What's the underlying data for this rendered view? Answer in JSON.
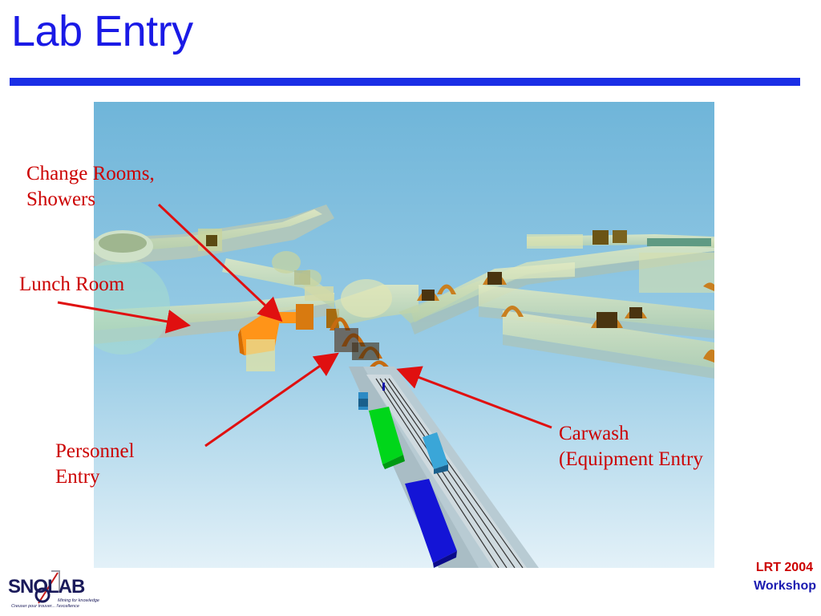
{
  "slide": {
    "title": "Lab Entry",
    "colors": {
      "title": "#1a1ae6",
      "rule": "#1a2ee6",
      "label_text": "#cc0000",
      "arrow": "#e01010"
    }
  },
  "labels": {
    "change_rooms": [
      "Change Rooms,",
      "Showers"
    ],
    "lunch_room": "Lunch Room",
    "personnel_entry": [
      "Personnel",
      "Entry"
    ],
    "carwash": [
      "Carwash",
      "(Equipment Entry"
    ]
  },
  "footer": {
    "line1": "LRT 2004",
    "line2": "Workshop"
  },
  "logo": {
    "name": "SNOLAB",
    "tagline_en": "Mining for knowledge",
    "tagline_fr": "Creuser pour trouver... l'excellence"
  }
}
